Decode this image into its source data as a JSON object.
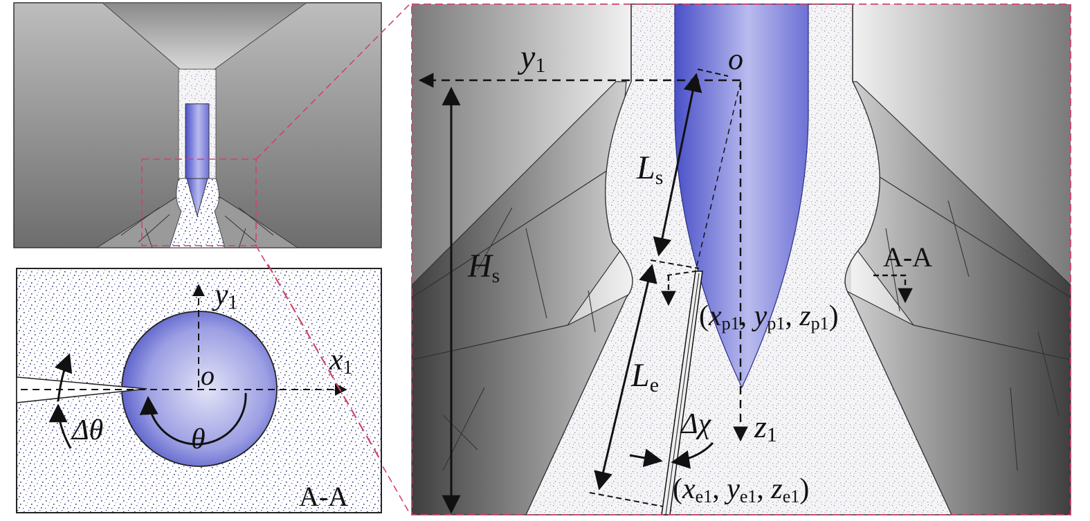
{
  "overview": {},
  "cross_section": {
    "axis_y": "y",
    "axis_y_sub": "1",
    "axis_x": "x",
    "axis_x_sub": "1",
    "origin": "o",
    "delta_theta": "Δθ",
    "theta": "θ",
    "section_label": "A-A"
  },
  "detail": {
    "origin": "o",
    "axis_y": "y",
    "axis_y_sub": "1",
    "axis_z": "z",
    "axis_z_sub": "1",
    "height_main": "H",
    "height_sub": "s",
    "length_s_main": "L",
    "length_s_sub": "s",
    "length_e_main": "L",
    "length_e_sub": "e",
    "delta_chi": "Δχ",
    "section_label": "A-A",
    "point_p": {
      "x": "x",
      "xs": "p1",
      "y": "y",
      "ys": "p1",
      "z": "z",
      "zs": "p1"
    },
    "point_e": {
      "x": "x",
      "xs": "e1",
      "y": "y",
      "ys": "e1",
      "z": "z",
      "zs": "e1"
    }
  },
  "colors": {
    "probe_blue": "#6a6fd0",
    "rock_dark": "#555555",
    "rock_light": "#d9d9d9",
    "zoom_frame": "#d0426b"
  }
}
